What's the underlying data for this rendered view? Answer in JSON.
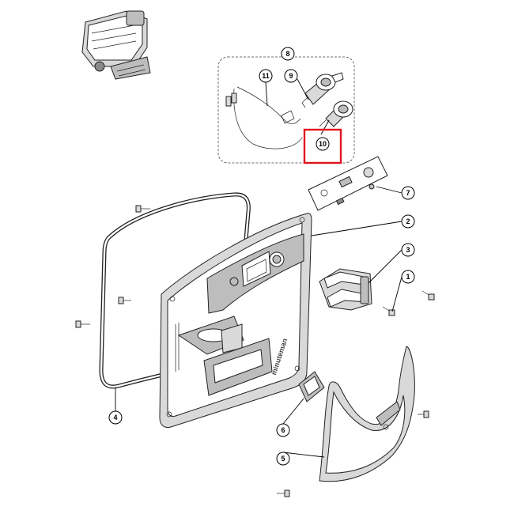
{
  "callouts": {
    "c1": "1",
    "c2": "2",
    "c3": "3",
    "c4": "4",
    "c5": "5",
    "c6": "6",
    "c7": "7",
    "c8": "8",
    "c9": "9",
    "c10": "10",
    "c11": "11"
  },
  "panel_lettering": "minuteman",
  "highlight_color": "#e0141e",
  "line_color": "#000000"
}
